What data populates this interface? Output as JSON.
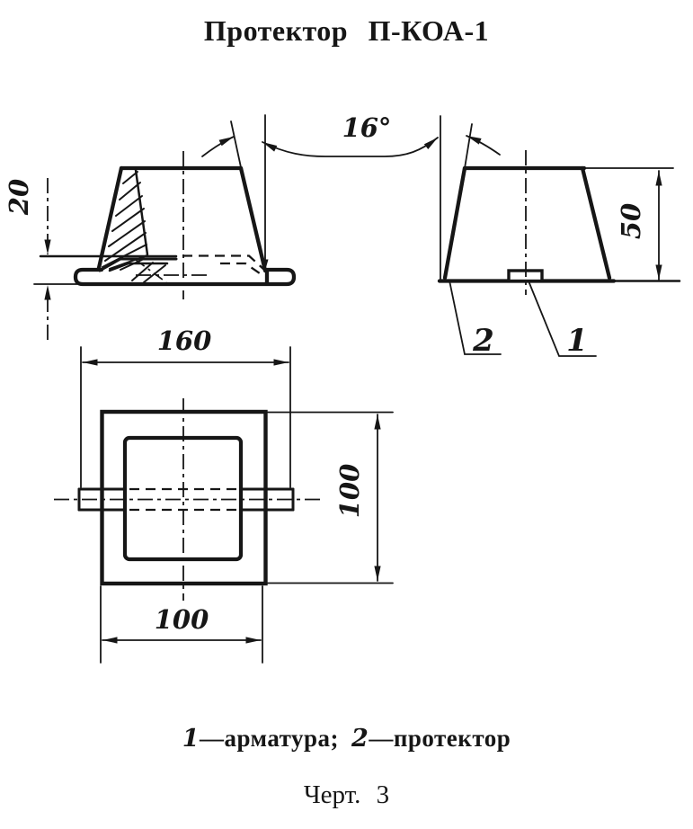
{
  "title": "Протектор П-КОА-1",
  "drawing": {
    "dimensions": {
      "angle_label": "16°",
      "section_flange_height": "20",
      "side_height": "50",
      "plan_overall_width": "160",
      "plan_vertical": "100",
      "plan_horizontal": "100"
    },
    "part_callouts": {
      "protector_num": "2",
      "armature_num": "1"
    }
  },
  "caption": {
    "num_1": "1",
    "text_1": "—арматура;",
    "num_2": "2",
    "text_2": "—протектор"
  },
  "figure_label": "Черт. 3",
  "colors": {
    "ink": "#161616",
    "paper": "#ffffff"
  }
}
